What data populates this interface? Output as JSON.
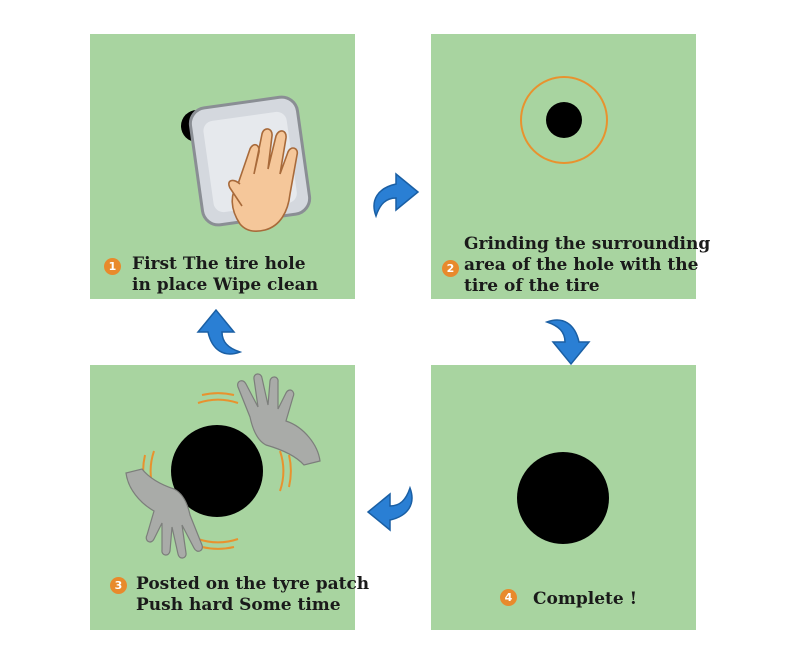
{
  "steps": [
    {
      "number": "1",
      "lines": [
        "First The tire hole",
        "in place Wipe clean"
      ]
    },
    {
      "number": "2",
      "lines": [
        "Grinding the surrounding",
        "area of the hole with the",
        "tire of the tire"
      ]
    },
    {
      "number": "3",
      "lines": [
        "Posted on the tyre patch",
        "Push hard Some time"
      ]
    },
    {
      "number": "4",
      "lines": [
        "Complete !"
      ]
    }
  ],
  "icons": {
    "step1": "hand-wiping-cloth-icon",
    "step2": "ground-hole-ring-icon",
    "step3": "hands-pressing-patch-icon",
    "step4": "sealed-hole-icon",
    "arrows": "curved-arrow-icon"
  },
  "colors": {
    "panel": "#a8d4a0",
    "badge": "#e88a2c",
    "arrow": "#2a7fd4",
    "ring": "#e8922e"
  }
}
